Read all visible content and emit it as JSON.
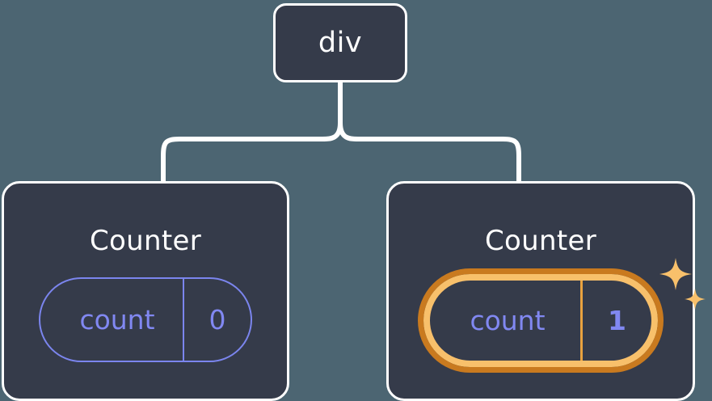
{
  "diagram": {
    "type": "component-tree",
    "background_color": "#4c6572",
    "node_fill_color": "#353b4a",
    "node_border_color": "#ffffff",
    "connector_color": "#ffffff",
    "state_accent_color": "#8188f2",
    "highlight_inner_color": "#f8c06b",
    "highlight_outer_color": "#c97a1f",
    "sparkle_color": "#f8c06b"
  },
  "root": {
    "label": "div"
  },
  "children": [
    {
      "title": "Counter",
      "state": {
        "key": "count",
        "value": "0"
      },
      "highlighted": false
    },
    {
      "title": "Counter",
      "state": {
        "key": "count",
        "value": "1"
      },
      "highlighted": true
    }
  ]
}
